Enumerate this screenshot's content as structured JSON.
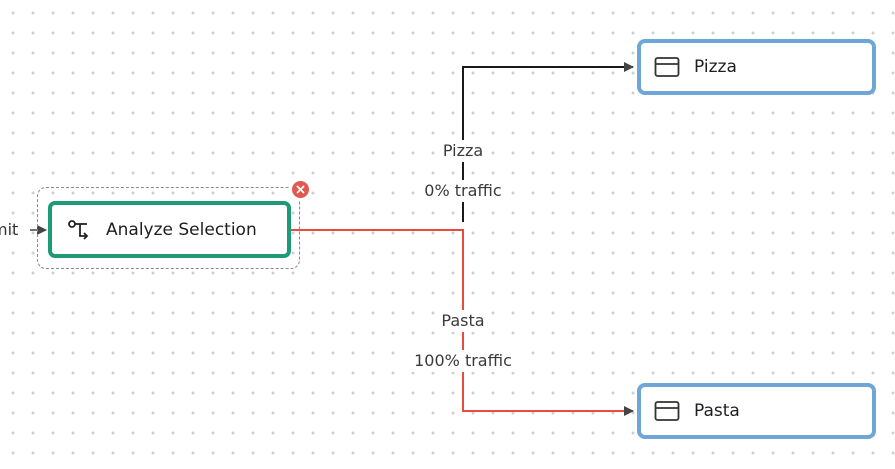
{
  "incoming_edge": {
    "label": "mit"
  },
  "nodes": {
    "decision": {
      "label": "Analyze Selection",
      "icon": "branch-icon",
      "border_color": "#1f9a77",
      "selected": true
    },
    "pizza": {
      "label": "Pizza",
      "icon": "page-icon",
      "border_color": "#6fa6d8"
    },
    "pasta": {
      "label": "Pasta",
      "icon": "page-icon",
      "border_color": "#6fa6d8"
    }
  },
  "edges": {
    "to_pizza": {
      "name": "Pizza",
      "traffic": "0% traffic",
      "color": "#1a1a1a"
    },
    "to_pasta": {
      "name": "Pasta",
      "traffic": "100% traffic",
      "color": "#e84c3d"
    }
  },
  "delete_badge": {
    "icon": "close-icon",
    "color": "#e0594f"
  }
}
